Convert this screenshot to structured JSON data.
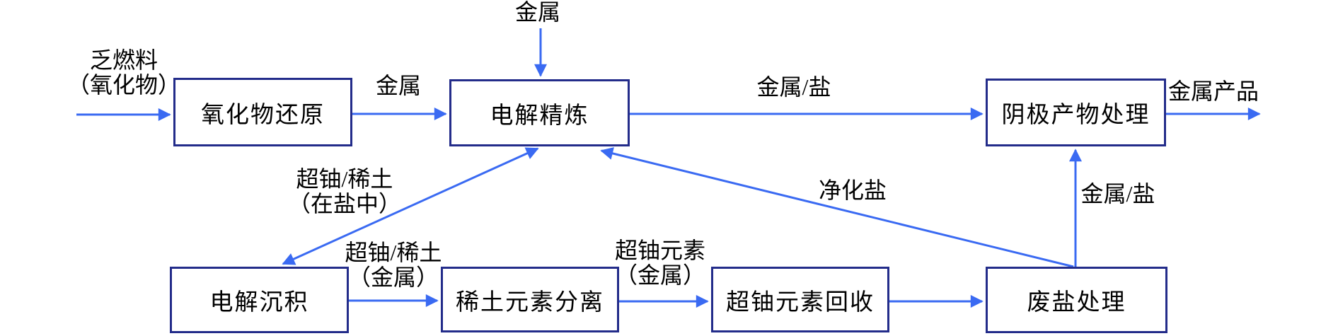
{
  "diagram": {
    "type": "flowchart",
    "language": "zh-CN",
    "colors": {
      "arrow": "#3a6af2",
      "box_border": "#232c8a",
      "box_fill": "#ffffff",
      "text": "#000000",
      "background": "#ffffff"
    },
    "nodes": [
      {
        "id": "oxide-reduction",
        "label": "氧化物还原"
      },
      {
        "id": "electrorefining",
        "label": "电解精炼"
      },
      {
        "id": "cathode-product-processing",
        "label": "阴极产物处理"
      },
      {
        "id": "electrodeposition",
        "label": "电解沉积"
      },
      {
        "id": "rare-earth-separation",
        "label": "稀土元素分离"
      },
      {
        "id": "transuranic-recovery",
        "label": "超铀元素回收"
      },
      {
        "id": "waste-salt-treatment",
        "label": "废盐处理"
      }
    ],
    "flow_labels": {
      "spent_fuel_line1": "乏燃料",
      "spent_fuel_line2": "（氧化物）",
      "metal_left": "金属",
      "metal_top": "金属",
      "metal_salt_top": "金属/盐",
      "metal_product": "金属产品",
      "tru_re_salt_line1": "超铀/稀土",
      "tru_re_salt_line2": "（在盐中）",
      "tru_re_metal_line1": "超铀/稀土",
      "tru_re_metal_line2": "（金属）",
      "tru_metal_line1": "超铀元素",
      "tru_metal_line2": "（金属）",
      "purified_salt": "净化盐",
      "metal_salt_right": "金属/盐"
    },
    "edges": [
      {
        "from": "external-input",
        "to": "氧化物还原",
        "label": "乏燃料（氧化物）",
        "bidirectional": false
      },
      {
        "from": "氧化物还原",
        "to": "电解精炼",
        "label": "金属",
        "bidirectional": false
      },
      {
        "from": "external-input-top",
        "to": "电解精炼",
        "label": "金属",
        "bidirectional": false
      },
      {
        "from": "电解精炼",
        "to": "阴极产物处理",
        "label": "金属/盐",
        "bidirectional": false
      },
      {
        "from": "阴极产物处理",
        "to": "external-output",
        "label": "金属产品",
        "bidirectional": false
      },
      {
        "from": "电解精炼",
        "to": "电解沉积",
        "label": "超铀/稀土（在盐中）",
        "bidirectional": true
      },
      {
        "from": "电解沉积",
        "to": "稀土元素分离",
        "label": "超铀/稀土（金属）",
        "bidirectional": false
      },
      {
        "from": "稀土元素分离",
        "to": "超铀元素回收",
        "label": "超铀元素（金属）",
        "bidirectional": false
      },
      {
        "from": "超铀元素回收",
        "to": "废盐处理",
        "label": "",
        "bidirectional": false
      },
      {
        "from": "废盐处理",
        "to": "电解精炼",
        "label": "净化盐",
        "bidirectional": false
      },
      {
        "from": "废盐处理",
        "to": "阴极产物处理",
        "label": "金属/盐",
        "bidirectional": false
      }
    ]
  }
}
